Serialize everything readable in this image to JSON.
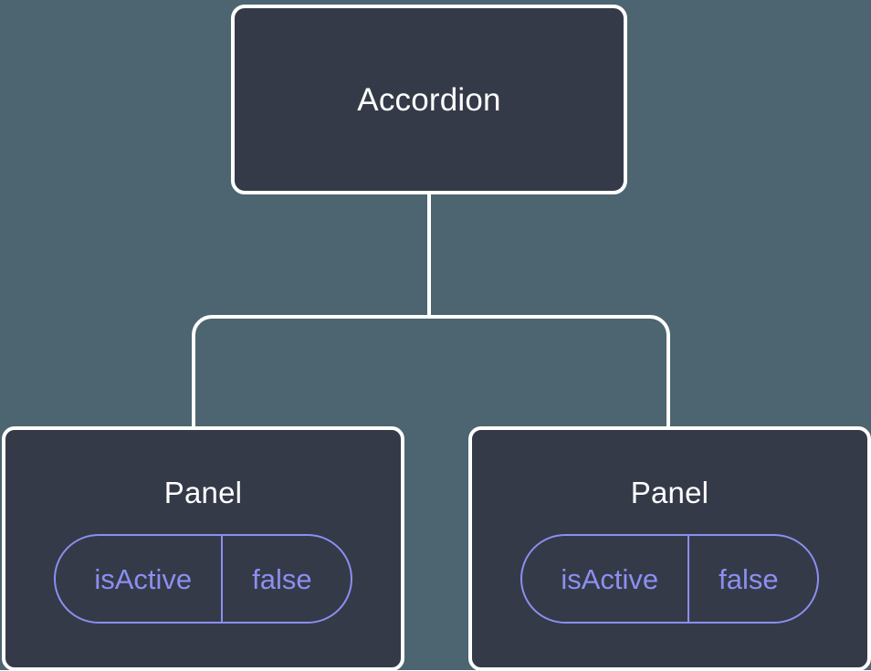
{
  "diagram": {
    "type": "component-tree",
    "background_color": "#4c6570",
    "node_fill_color": "#353a49",
    "node_border_color": "#ffffff",
    "edge_color": "#ffffff",
    "prop_accent_color": "#8b8ff0",
    "root": {
      "label": "Accordion"
    },
    "children": [
      {
        "label": "Panel",
        "prop": {
          "key": "isActive",
          "value": "false"
        }
      },
      {
        "label": "Panel",
        "prop": {
          "key": "isActive",
          "value": "false"
        }
      }
    ]
  }
}
